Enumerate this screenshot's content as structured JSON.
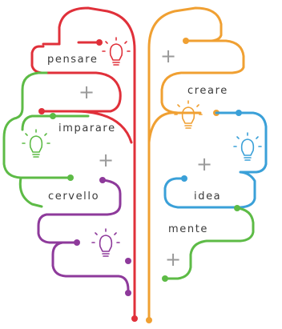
{
  "words": {
    "pensare": "pensare",
    "imparare": "imparare",
    "cervello": "cervello",
    "creare": "creare",
    "idea": "idea",
    "mente": "mente"
  },
  "plus_sign": "+",
  "icons": [
    "lightbulb-icon"
  ],
  "colors": {
    "red": "#e0303a",
    "green": "#5dbb46",
    "purple": "#8e3a9b",
    "orange": "#f0a032",
    "blue": "#3aa0d8",
    "plus_gray": "#9a9a9a",
    "text": "#3a3a3a"
  }
}
